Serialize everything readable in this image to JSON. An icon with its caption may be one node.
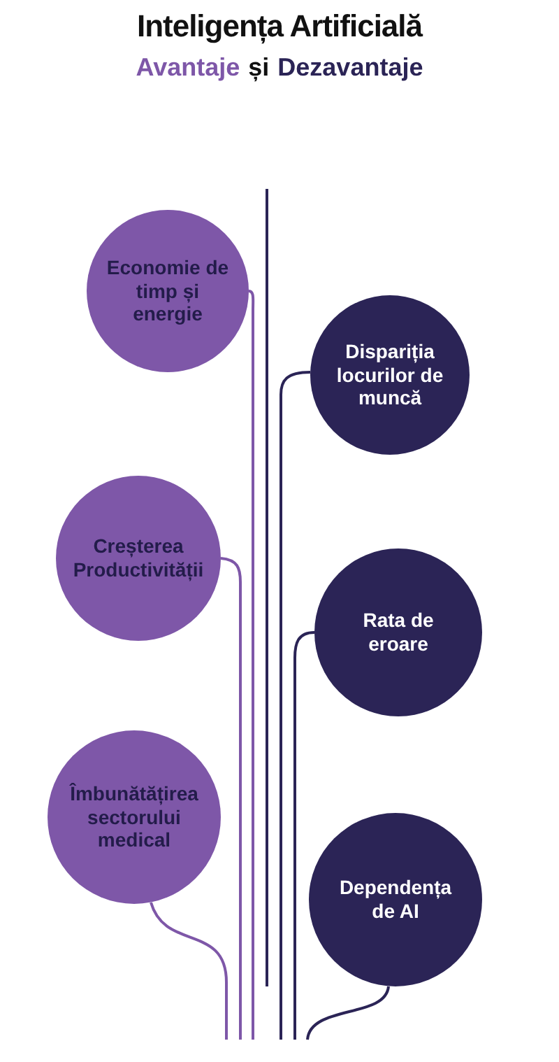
{
  "diagram": {
    "title": "Inteligența Artificială",
    "nodes": [
      {
        "text": [
          "Economie de timp și energie"
        ]
      },
      {
        "text": [
          "Dispariția locurilor de muncă"
        ]
      },
      {
        "text": [
          "Creșterea Productivității"
        ]
      },
      {
        "text": [
          "Rata de eroare"
        ]
      },
      {
        "text": [
          "Îmbunătățirea sectorului medical"
        ]
      },
      {
        "text": [
          "Dependența de AI"
        ]
      }
    ],
    "edges": [
      {
        "from": 0,
        "to": null,
        "arrow": "none",
        "color": "#7e57a8"
      },
      {
        "from": 1,
        "to": null,
        "arrow": "none"
      },
      {
        "from": 2,
        "to": null,
        "arrow": "none",
        "color": "#7e57a8"
      },
      {
        "from": 3,
        "to": null,
        "arrow": "none"
      },
      {
        "from": 4,
        "to": null,
        "arrow": "none",
        "color": "#7e57a8"
      },
      {
        "from": 5,
        "to": null,
        "arrow": "none"
      }
    ],
    "labels": [
      "Avantaje",
      "și",
      "Dezavantaje"
    ]
  }
}
